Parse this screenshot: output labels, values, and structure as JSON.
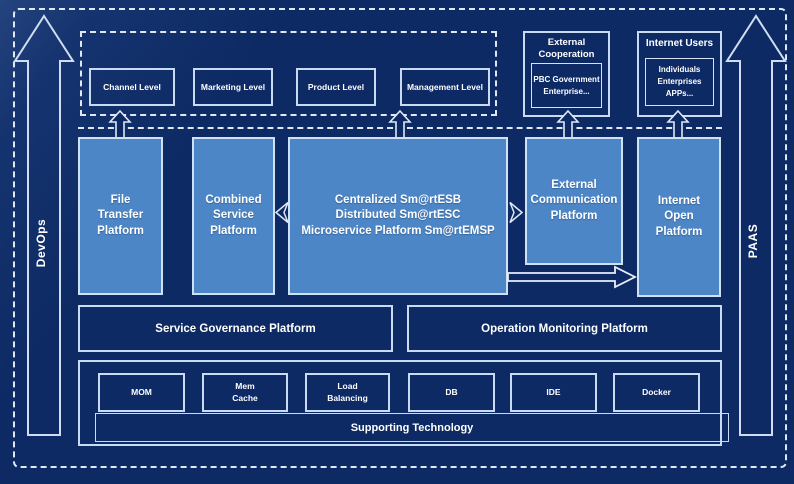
{
  "colors": {
    "background": "#0d2a64",
    "platform_fill": "#4d86c6",
    "border_light": "#c9dbf0",
    "dash_light": "#dfe8f6",
    "text": "#ffffff"
  },
  "rails": {
    "left_label": "DevOps",
    "right_label": "PAAS"
  },
  "levels": {
    "items": [
      {
        "label": "Channel Level"
      },
      {
        "label": "Marketing Level"
      },
      {
        "label": "Product Level"
      },
      {
        "label": "Management Level"
      }
    ]
  },
  "external_cooperation": {
    "title": "External Cooperation",
    "members": "PBC Government Enterprise..."
  },
  "internet_users": {
    "title": "Internet Users",
    "members": "Individuals Enterprises APPs..."
  },
  "platforms": {
    "file_transfer": "File Transfer Platform",
    "combined_service": "Combined Service Platform",
    "central": "Centralized Sm@rtESB\nDistributed Sm@rtESC\nMicroservice Platform Sm@rtEMSP",
    "external_communication": "External Communication Platform",
    "internet_open": "Internet Open Platform"
  },
  "governance": {
    "label": "Service Governance Platform"
  },
  "monitoring": {
    "label": "Operation Monitoring Platform"
  },
  "supporting": {
    "label": "Supporting Technology",
    "techs": [
      {
        "label": "MOM"
      },
      {
        "label": "Mem\nCache"
      },
      {
        "label": "Load\nBalancing"
      },
      {
        "label": "DB"
      },
      {
        "label": "IDE"
      },
      {
        "label": "Docker"
      }
    ]
  }
}
